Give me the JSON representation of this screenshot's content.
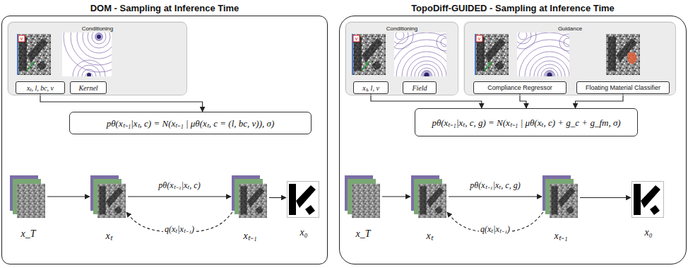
{
  "diagram": {
    "nodes": [
      {
        "text": [
          "DOM - Sampling at Inference Time"
        ]
      },
      {
        "text": [
          "Conditioning"
        ],
        "in": 0
      },
      {
        "text": [
          "xₜ, l, bc, v"
        ],
        "in": 1
      },
      {
        "text": [
          "Kernel"
        ],
        "in": 1
      },
      {
        "text": [
          "pθ(xₜ₋₁|xₜ, c) = N(xₜ₋₁ | μθ(xₜ, c = (l, bc, v)), σ)"
        ],
        "in": 0
      },
      {
        "text": [
          "x_T"
        ],
        "in": 0
      },
      {
        "text": [
          "xₜ"
        ],
        "in": 0
      },
      {
        "text": [
          "xₜ₋₁"
        ],
        "in": 0
      },
      {
        "text": [
          "x₀"
        ],
        "in": 0
      },
      {
        "text": [
          "TopoDiff-GUIDED - Sampling at Inference Time"
        ]
      },
      {
        "text": [
          "Conditioning"
        ],
        "in": 9
      },
      {
        "text": [
          "xₜ, l, v"
        ],
        "in": 10
      },
      {
        "text": [
          "Field"
        ],
        "in": 10
      },
      {
        "text": [
          "Guidance"
        ],
        "in": 9
      },
      {
        "text": [
          "Compliance Regressor"
        ],
        "in": 13
      },
      {
        "text": [
          "Floating Material Classifier"
        ],
        "in": 13
      },
      {
        "text": [
          "pθ(xₜ₋₁|xₜ, c, g) = N(xₜ₋₁ | μθ(xₜ, c) + g_c + g_fm, σ)"
        ],
        "in": 9
      },
      {
        "text": [
          "x_T"
        ],
        "in": 9
      },
      {
        "text": [
          "xₜ"
        ],
        "in": 9
      },
      {
        "text": [
          "xₜ₋₁"
        ],
        "in": 9
      },
      {
        "text": [
          "x₀"
        ],
        "in": 9
      }
    ],
    "edges": [
      {
        "from": 2,
        "to": 4,
        "arrow": "to"
      },
      {
        "from": 5,
        "to": 6,
        "arrow": "to"
      },
      {
        "from": 6,
        "to": 7,
        "label": "pθ(xₜ₋₁|xₜ, c)",
        "arrow": "to"
      },
      {
        "from": 7,
        "to": 6,
        "label": "q(xₜ|xₜ₋₁)",
        "arrow": "to"
      },
      {
        "from": 7,
        "to": 8,
        "arrow": "to"
      },
      {
        "from": 11,
        "to": 16,
        "arrow": "to"
      },
      {
        "from": 14,
        "to": 16,
        "arrow": "to"
      },
      {
        "from": 15,
        "to": 16,
        "arrow": "to"
      },
      {
        "from": 17,
        "to": 18,
        "arrow": "to"
      },
      {
        "from": 18,
        "to": 19,
        "label": "pθ(xₜ₋₁|xₜ, c, g)",
        "arrow": "to"
      },
      {
        "from": 19,
        "to": 18,
        "label": "q(xₜ|xₜ₋₁)",
        "arrow": "to"
      },
      {
        "from": 19,
        "to": 20,
        "arrow": "to"
      }
    ],
    "labels": [
      "v",
      "v",
      "v"
    ]
  }
}
